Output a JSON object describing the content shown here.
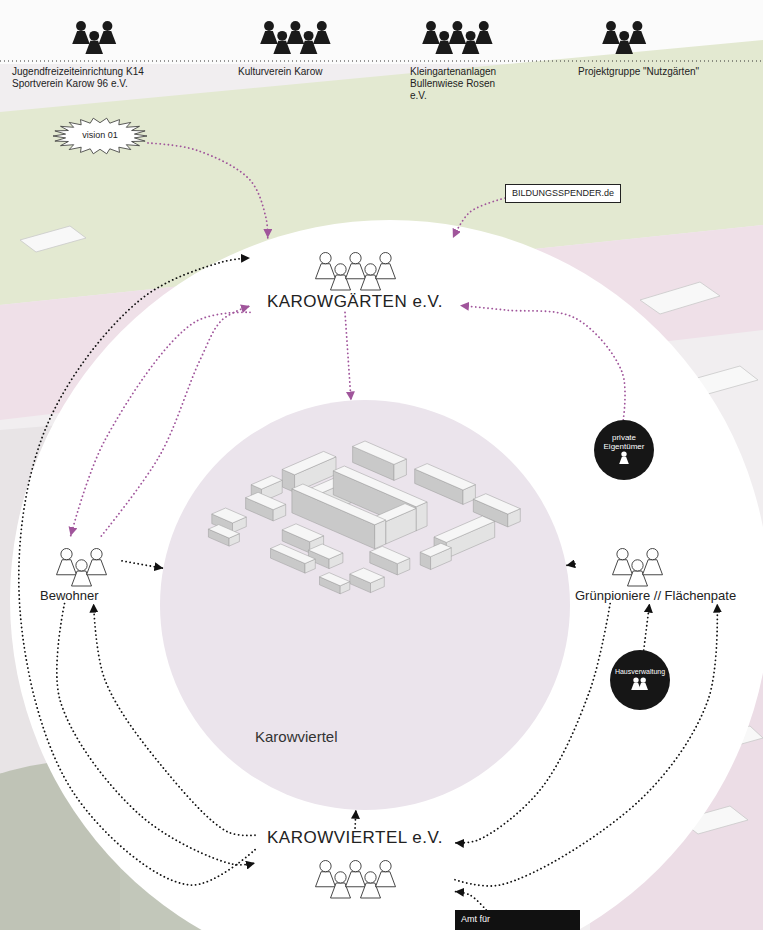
{
  "diagram": {
    "nodes": [
      {
        "text": [
          "Jugendfreizeiteinrichtung K14",
          "Sportverein Karow 96 e.V."
        ]
      },
      {
        "text": [
          "Kulturverein Karow"
        ]
      },
      {
        "text": [
          "Kleingartenanlagen Bullenwiese Rosen e.V."
        ]
      },
      {
        "text": [
          "Projektgruppe \"Nutzgärten\""
        ]
      },
      {
        "text": [
          "vision 01"
        ]
      },
      {
        "text": [
          "BILDUNGSSPENDER.de"
        ]
      },
      {
        "text": [
          "KAROWGÄRTEN e.V."
        ]
      },
      {
        "text": [
          "Karowviertel"
        ]
      },
      {
        "text": [
          "Bewohner"
        ]
      },
      {
        "text": [
          "Grünpioniere // Flächenpate"
        ]
      },
      {
        "text": [
          "private Eigentümer"
        ]
      },
      {
        "text": [
          "Hausverwaltung"
        ]
      },
      {
        "text": [
          "KAROWVIERTEL e.V."
        ]
      },
      {
        "text": [
          "Amt für"
        ]
      }
    ],
    "edges": [
      {
        "from": 4,
        "to": 6,
        "arrow": "to"
      },
      {
        "from": 5,
        "to": 6,
        "arrow": "to"
      },
      {
        "from": 6,
        "to": 7,
        "arrow": "to"
      },
      {
        "from": 6,
        "to": 8,
        "arrow": "to"
      },
      {
        "from": 8,
        "to": 6,
        "arrow": "to"
      },
      {
        "from": 10,
        "to": 6,
        "arrow": "to"
      },
      {
        "from": 12,
        "to": 6,
        "arrow": "to"
      },
      {
        "from": 8,
        "to": 7,
        "arrow": "to"
      },
      {
        "from": 8,
        "to": 12,
        "arrow": "to"
      },
      {
        "from": 12,
        "to": 8,
        "arrow": "to"
      },
      {
        "from": 9,
        "to": 7,
        "arrow": "to"
      },
      {
        "from": 9,
        "to": 12,
        "arrow": "to"
      },
      {
        "from": 12,
        "to": 9,
        "arrow": "to"
      },
      {
        "from": 11,
        "to": 9,
        "arrow": "to"
      },
      {
        "from": 12,
        "to": 7,
        "arrow": "to"
      },
      {
        "from": 13,
        "to": 12,
        "arrow": "to"
      }
    ]
  }
}
